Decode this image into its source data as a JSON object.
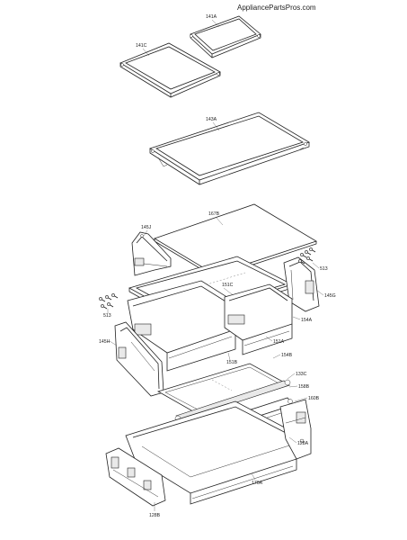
{
  "watermark": "AppliancePartsPros.com",
  "parts": {
    "p141A": "141A",
    "p141C": "141C",
    "p143A": "143A",
    "p167B": "167B",
    "p145J": "145J",
    "p513a": "513",
    "p151C": "151C",
    "p145G": "145G",
    "p513b": "513",
    "p154A": "154A",
    "p145H": "145H",
    "p151A": "151A",
    "p151B": "151B",
    "p154B": "154B",
    "p133C": "133C",
    "p158B": "158B",
    "p160B": "160B",
    "p128A": "128A",
    "p170A": "170A",
    "p128B": "128B"
  }
}
